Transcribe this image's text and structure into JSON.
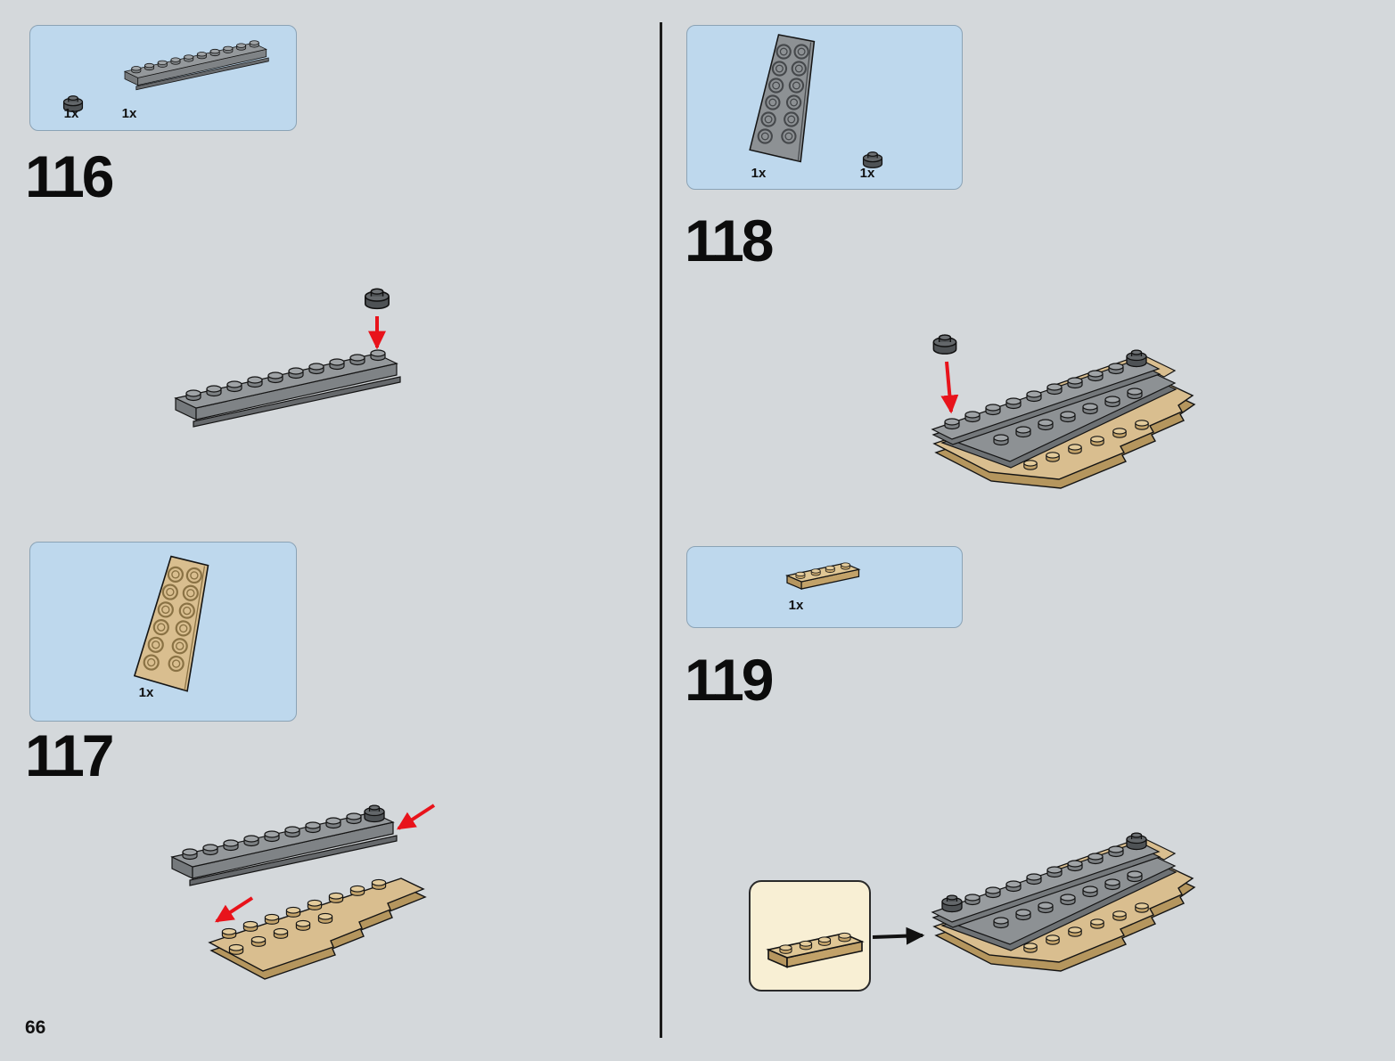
{
  "page": {
    "number": "66"
  },
  "colors": {
    "background": "#d4d8db",
    "parts_box": "#bed8ed",
    "callout_box": "#f8efd4",
    "arrow_red": "#e8131b",
    "lego_gray": "#8d9194",
    "lego_tan": "#d9be8f",
    "lego_dark_gray": "#4e5255"
  },
  "steps": [
    {
      "number": "116",
      "parts": [
        {
          "qty": "1x",
          "part": "round-plate-1x1-dark-gray"
        },
        {
          "qty": "1x",
          "part": "plate-1x10-gray-with-rail"
        }
      ]
    },
    {
      "number": "117",
      "parts": [
        {
          "qty": "1x",
          "part": "wedge-plate-8x3-tan"
        }
      ]
    },
    {
      "number": "118",
      "parts": [
        {
          "qty": "1x",
          "part": "wedge-plate-8x3-gray"
        },
        {
          "qty": "1x",
          "part": "round-plate-1x1-dark-gray"
        }
      ]
    },
    {
      "number": "119",
      "parts": [
        {
          "qty": "1x",
          "part": "plate-1x4-tan"
        }
      ]
    }
  ]
}
